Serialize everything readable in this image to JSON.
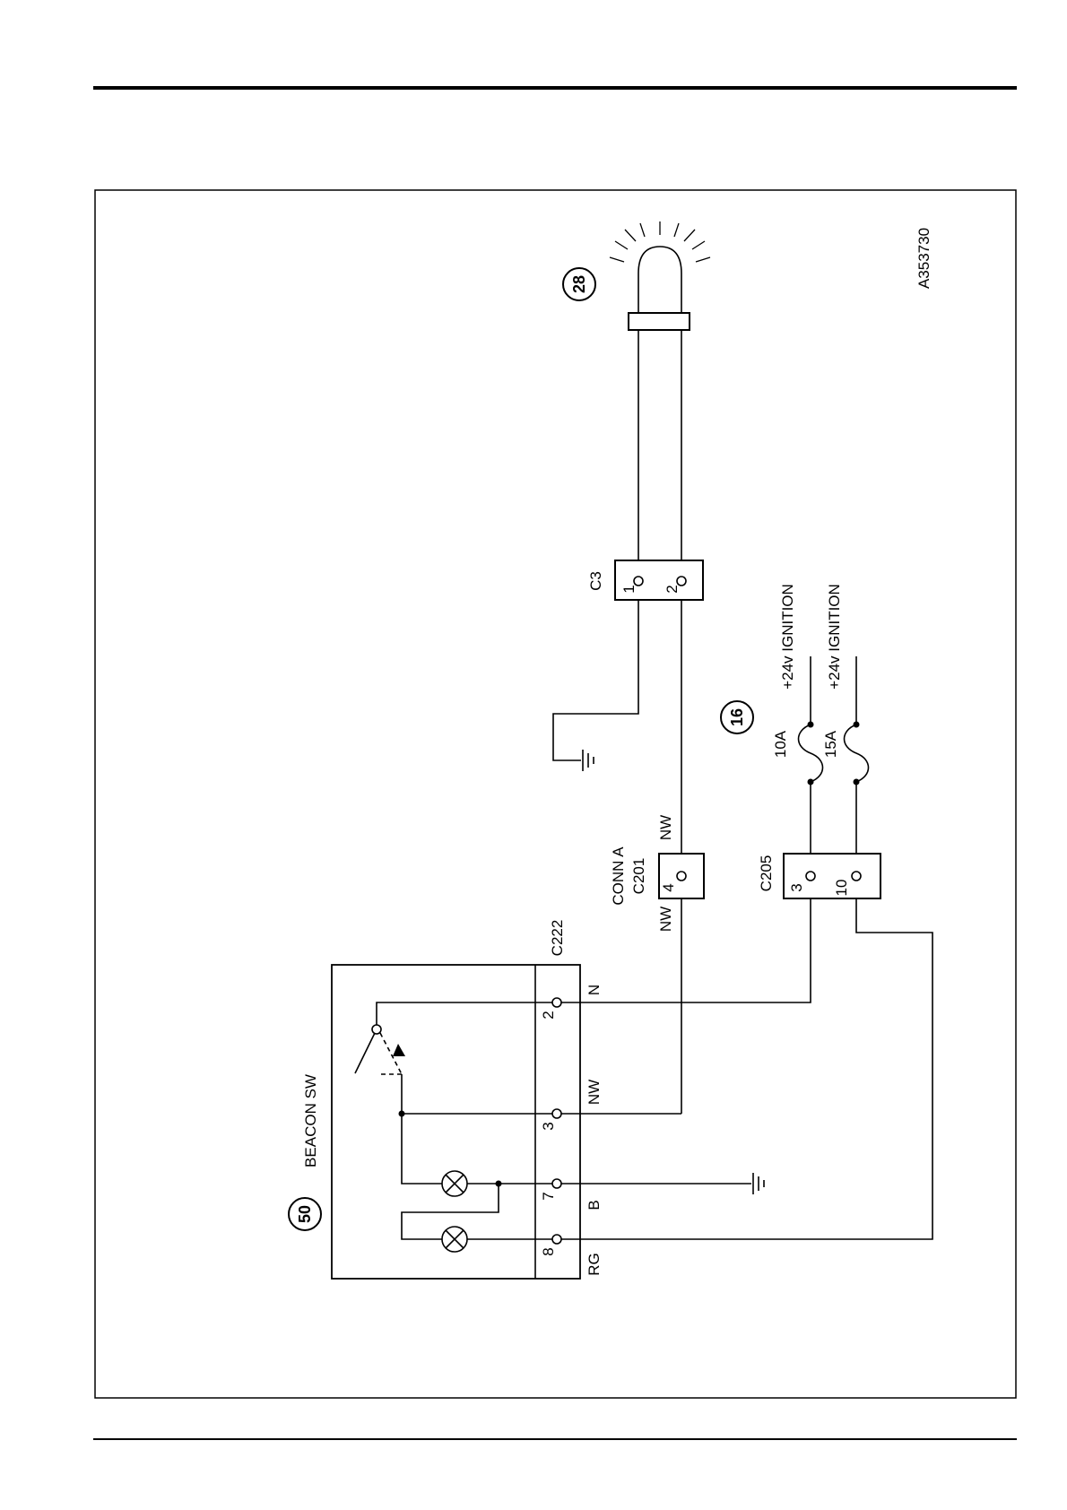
{
  "diagram": {
    "figure_id": "A353730",
    "components": {
      "beacon": {
        "number": "28"
      },
      "fuse_box": {
        "number": "16"
      },
      "beacon_switch": {
        "number": "50",
        "label": "BEACON SW"
      }
    },
    "connectors": {
      "c3": {
        "label": "C3",
        "pins": [
          "1",
          "2"
        ]
      },
      "c201": {
        "label_line1": "CONN A",
        "label_line2": "C201",
        "pin": "4",
        "wire_in": "NW",
        "wire_out": "NW"
      },
      "c205": {
        "label": "C205",
        "pins": [
          "3",
          "10"
        ]
      },
      "c222": {
        "label": "C222",
        "pins": [
          "2",
          "3",
          "7",
          "8"
        ],
        "wires": [
          "N",
          "NW",
          "B",
          "RG"
        ]
      }
    },
    "fuses": [
      {
        "rating": "10A",
        "supply": "+24v IGNITION"
      },
      {
        "rating": "15A",
        "supply": "+24v IGNITION"
      }
    ]
  }
}
